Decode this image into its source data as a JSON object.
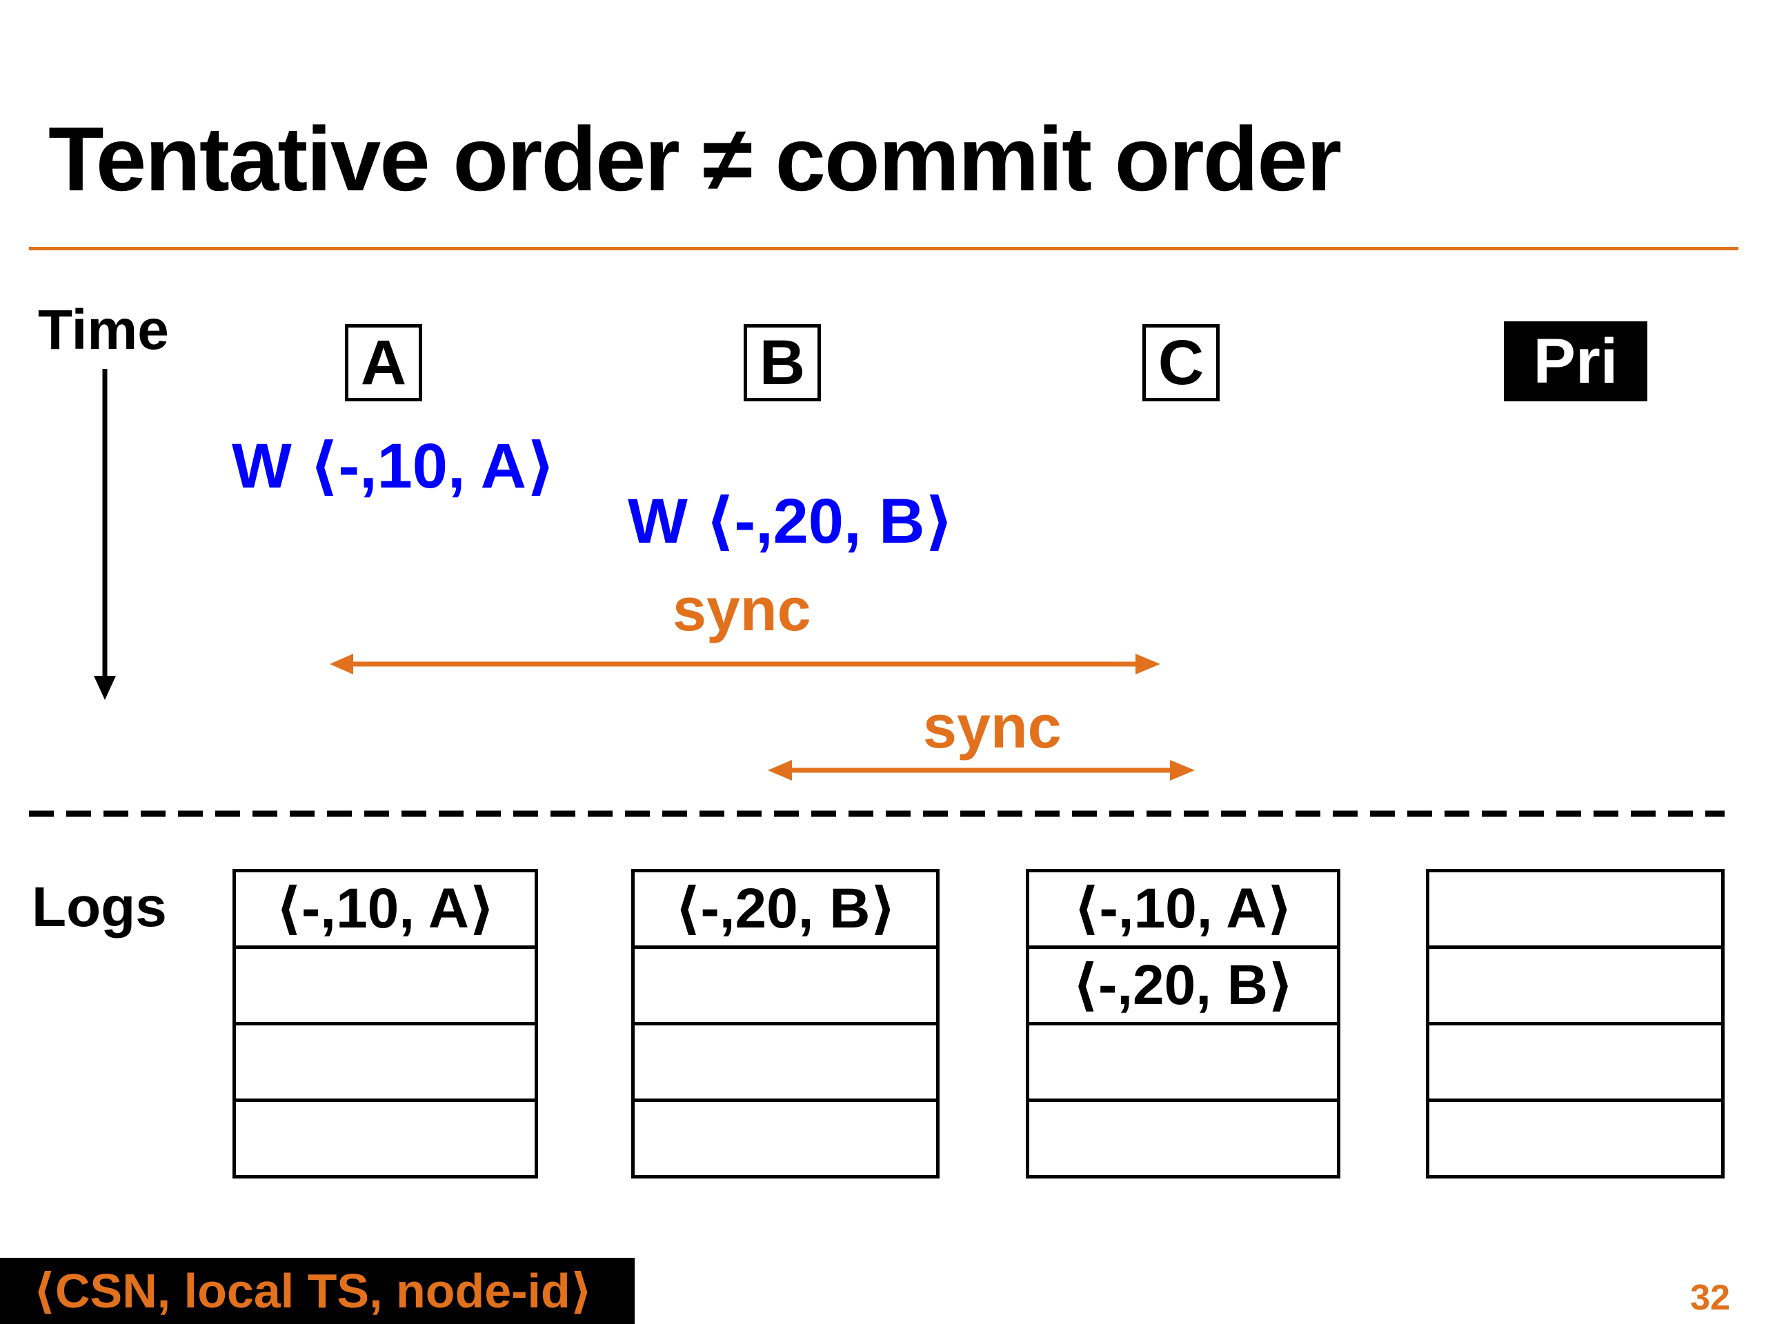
{
  "title": "Tentative order ≠ commit order",
  "colors": {
    "accent": "#e2711d",
    "write": "#0000ff",
    "ink": "#000000",
    "footer_bg": "#000000"
  },
  "timeline": {
    "label": "Time"
  },
  "nodes": [
    {
      "label": "A",
      "style": "outlined"
    },
    {
      "label": "B",
      "style": "outlined"
    },
    {
      "label": "C",
      "style": "outlined"
    },
    {
      "label": "Pri",
      "style": "filled"
    }
  ],
  "writes": [
    {
      "label": "W ⟨-,10, A⟩"
    },
    {
      "label": "W ⟨-,20, B⟩"
    }
  ],
  "syncs": [
    {
      "label": "sync",
      "between": [
        "A",
        "C"
      ]
    },
    {
      "label": "sync",
      "between": [
        "B",
        "C"
      ]
    }
  ],
  "logs": {
    "label": "Logs",
    "columns": [
      {
        "node": "A",
        "entries": [
          "⟨-,10, A⟩",
          "",
          "",
          ""
        ]
      },
      {
        "node": "B",
        "entries": [
          "⟨-,20, B⟩",
          "",
          "",
          ""
        ]
      },
      {
        "node": "C",
        "entries": [
          "⟨-,10, A⟩",
          "⟨-,20, B⟩",
          "",
          ""
        ]
      },
      {
        "node": "Pri",
        "entries": [
          "",
          "",
          "",
          ""
        ]
      }
    ]
  },
  "footer": {
    "label": "⟨CSN, local TS, node-id⟩"
  },
  "page_number": "32"
}
